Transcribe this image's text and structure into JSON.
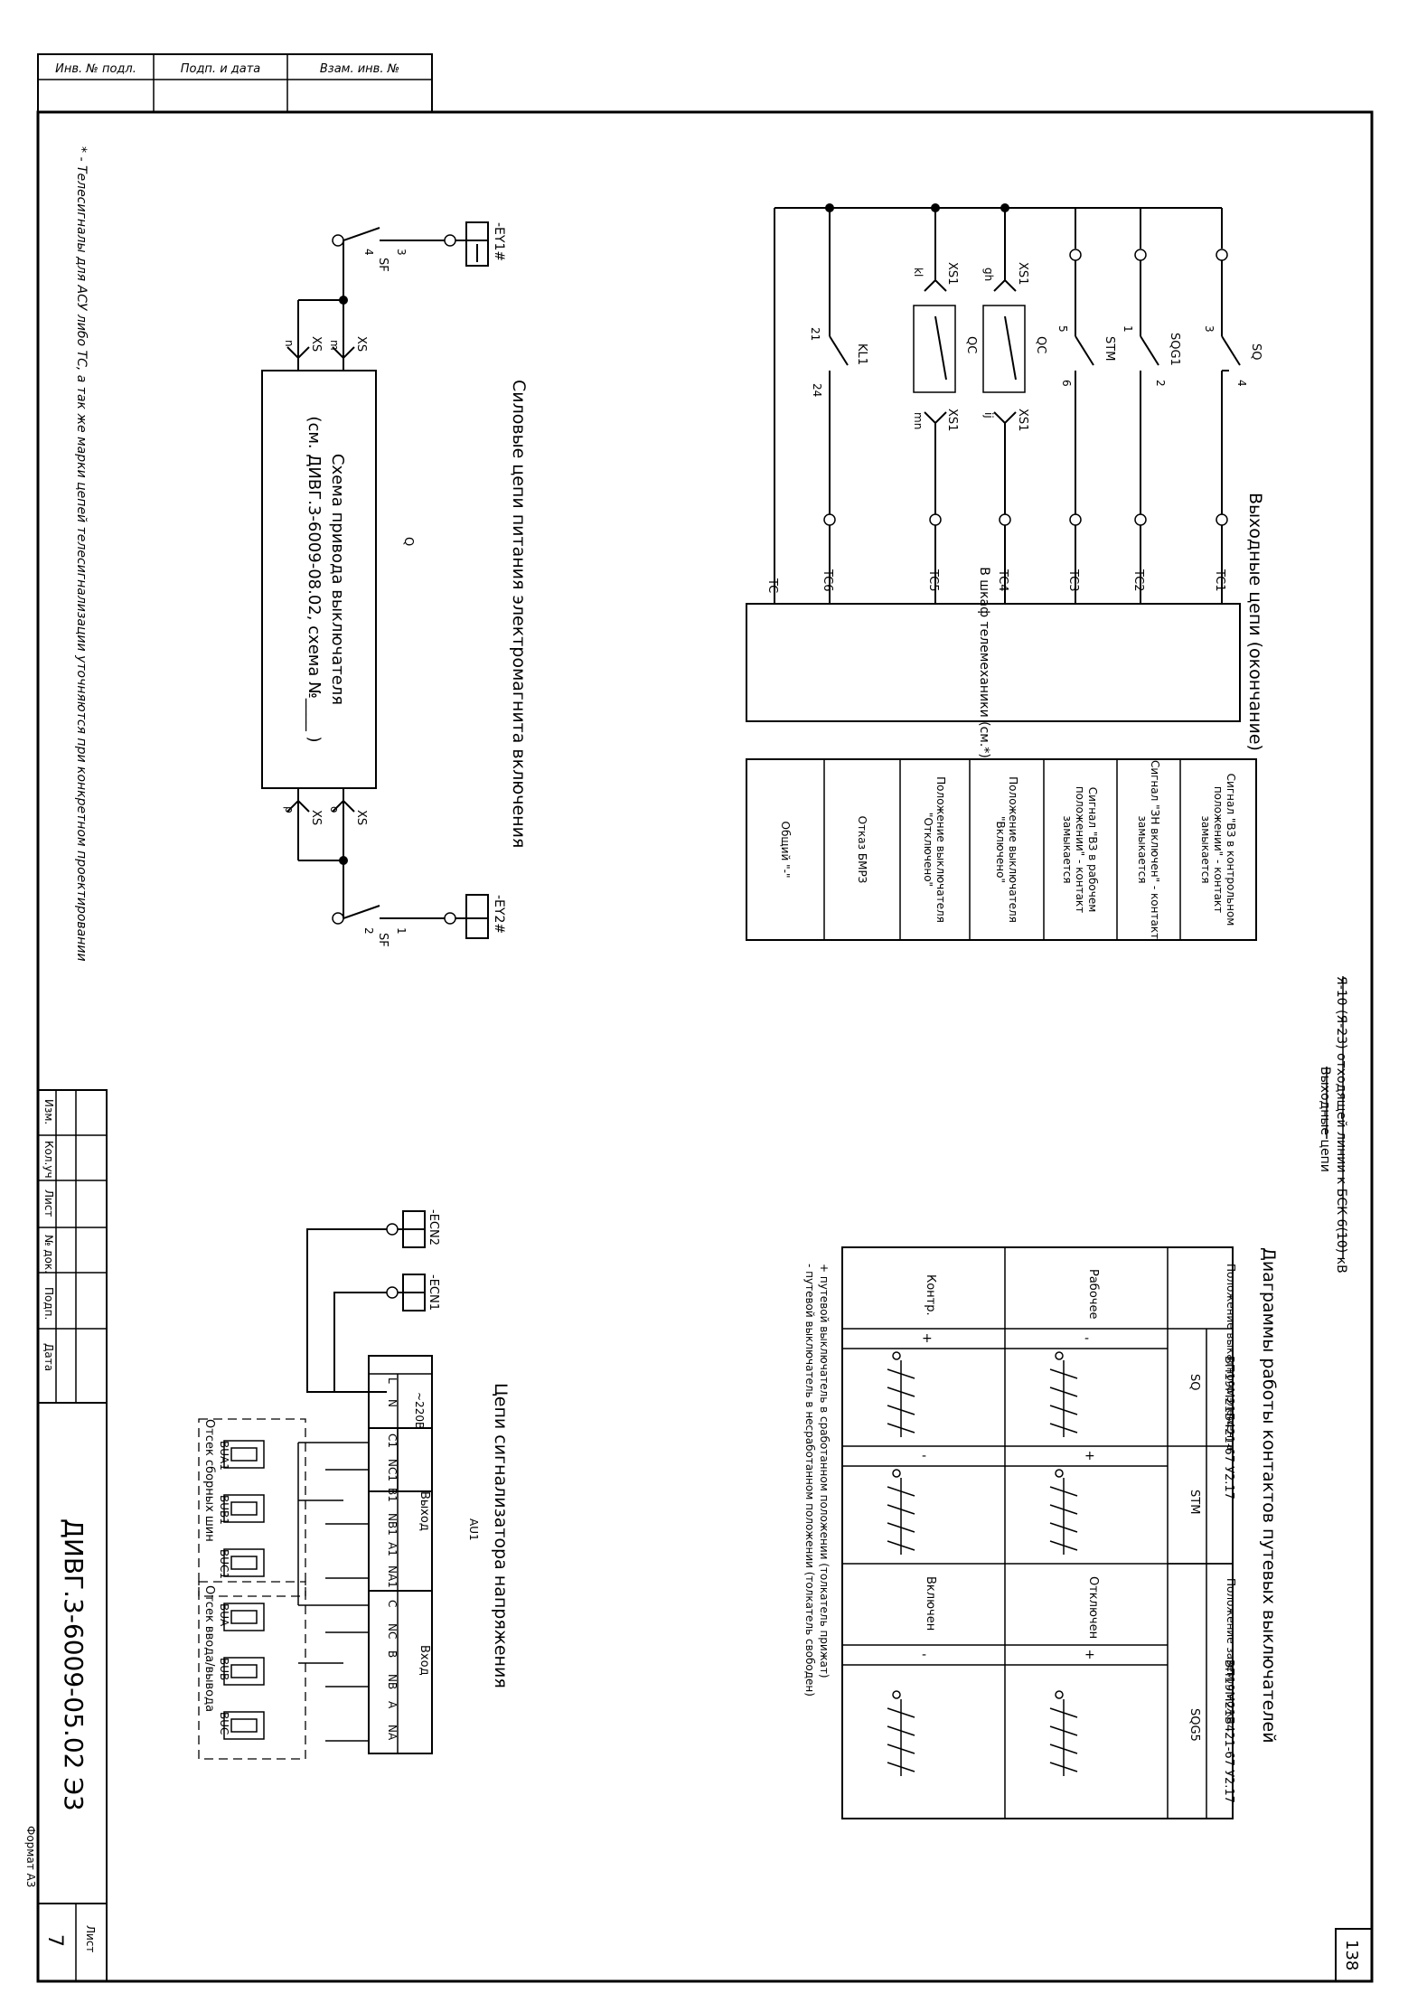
{
  "stamp_top": {
    "cols": [
      "Инв. № подл.",
      "Подп. и дата",
      "Взам. инв. №"
    ]
  },
  "footnote": "* - Телесигналы для АСУ либо ТС, а так же марки цепей телесигнализации уточняются при конкретном проектировании",
  "power_circuit": {
    "title": "Силовые цепи питания электромагнита включения",
    "box_line1": "Схема привода выключателя",
    "box_line2": "(см. ДИВГ.3-6009-08.02, схема №____ )",
    "box_tag": "Q",
    "fuse_left": "-EY1#",
    "fuse_right": "-EY2#",
    "sf": "SF",
    "xs": "XS",
    "pin_labels": {
      "t1": "1",
      "t2": "2",
      "t3": "3",
      "t4": "4",
      "m": "m",
      "n": "n",
      "o": "o",
      "p": "p"
    }
  },
  "output_circuit": {
    "title": "Выходные цепи (окончание)",
    "tc_labels": [
      "TC1",
      "TC2",
      "TC3",
      "TC4",
      "TC5",
      "TC6",
      "TC"
    ],
    "box": "В шкаф телемеханики (см.*)",
    "devices": {
      "sq": "SQ",
      "sqg1": "SQG1",
      "stm": "STM",
      "qc": "QC",
      "kl1": "KL1",
      "xs1": "XS1"
    },
    "pins": {
      "p1": "1",
      "p2": "2",
      "p3": "3",
      "p4": "4",
      "p5": "5",
      "p6": "6",
      "p21": "21",
      "p24": "24",
      "gh": "gh",
      "ij": "ij",
      "kl": "kl",
      "mn": "mn"
    },
    "signals": [
      "Сигнал \"ВЗ в контрольном положении\" - контакт замыкается",
      "Сигнал \"ЗН включен\" - контакт замыкается",
      "Сигнал \"ВЗ в рабочем положении\" - контакт замыкается",
      "Положение выключателя \"Включено\"",
      "Положение выключателя \"Отключено\"",
      "Отказ БМРЗ",
      "Общий \"-\""
    ]
  },
  "title_block_text": "Я-10 (Я-23) отходящей линии к БСК 6(10) кВ",
  "title_block_sub": "Выходные цепи",
  "diagram_table": {
    "title": "Диаграммы работы контактов путевых выключателей",
    "col_device_a": "ВП19М21Б421-67 У2.17",
    "col_device_b": "ВП19М21Б421-67 У2.17",
    "pos_header_a": "Положение выкатного элемента",
    "pos_header_b": "Положение заземл. ножа",
    "sq": "SQ",
    "stm": "STM",
    "sqg": "SQG5",
    "row1": "Контр.",
    "row2": "Рабочее",
    "row3": "Включен",
    "row4": "Отключен",
    "marks": {
      "plus": "+",
      "minus": "-"
    },
    "notes": [
      "+ путевой выключатель в сработанном положении (толкатель прижат)",
      "- путевой выключатель в несработанном положении (толкатель свободен)"
    ]
  },
  "signal_circuit": {
    "title": "Цепи сигнализатора напряжения",
    "device": "AU1",
    "ecn1": "-ECN1",
    "ecn2": "-ECN2",
    "supply": "~220В",
    "l": "L",
    "n": "N",
    "out_label": "Выход",
    "in_label": "Вход",
    "out_terms": [
      "C1",
      "NC1",
      "B1",
      "NB1",
      "A1",
      "NA1"
    ],
    "in_terms": [
      "C",
      "NC",
      "B",
      "NB",
      "A",
      "NA"
    ],
    "sensors_a": [
      "BUA1",
      "BUB1",
      "BUC1"
    ],
    "sensors_b": [
      "BUA",
      "BUB",
      "BUC"
    ],
    "compartment_a": "Отсек сборных шин",
    "compartment_b": "Отсек ввода/вывода"
  },
  "changes_header": [
    "Изм.",
    "Кол.уч",
    "Лист",
    "№ док.",
    "Подп.",
    "Дата"
  ],
  "doc_code": "ДИВГ.3-6009-05.02 Э3",
  "sheet_label": "Лист",
  "sheet_no": "7",
  "page_total": "138",
  "format": "Формат А3"
}
